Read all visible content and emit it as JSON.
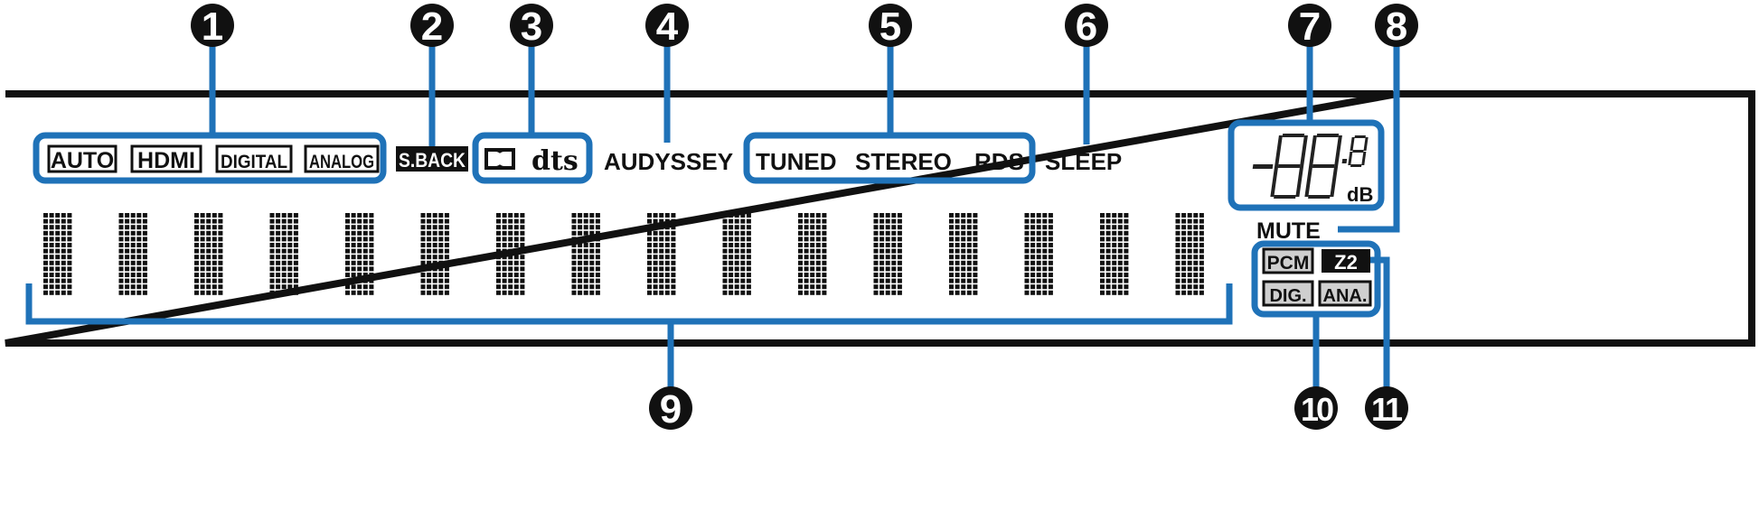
{
  "callouts": [
    "1",
    "2",
    "3",
    "4",
    "5",
    "6",
    "7",
    "8",
    "9",
    "10",
    "11"
  ],
  "indicators": {
    "input": [
      "AUTO",
      "HDMI",
      "DIGITAL",
      "ANALOG"
    ],
    "sback": "S.BACK",
    "dts": "dts",
    "audyssey": "AUDYSSEY",
    "tuner": [
      "TUNED",
      "STEREO",
      "RDS"
    ],
    "sleep": "SLEEP",
    "volume_unit": "dB",
    "mute": "MUTE",
    "signal": [
      "PCM",
      "DIG.",
      "ANA."
    ],
    "zone": "Z2"
  },
  "colors": {
    "callout_line": "#1f72b8",
    "ink": "#111111",
    "badge_grey": "#cfcfcf"
  },
  "icons": {
    "dolby": "dolby-double-d-icon"
  }
}
